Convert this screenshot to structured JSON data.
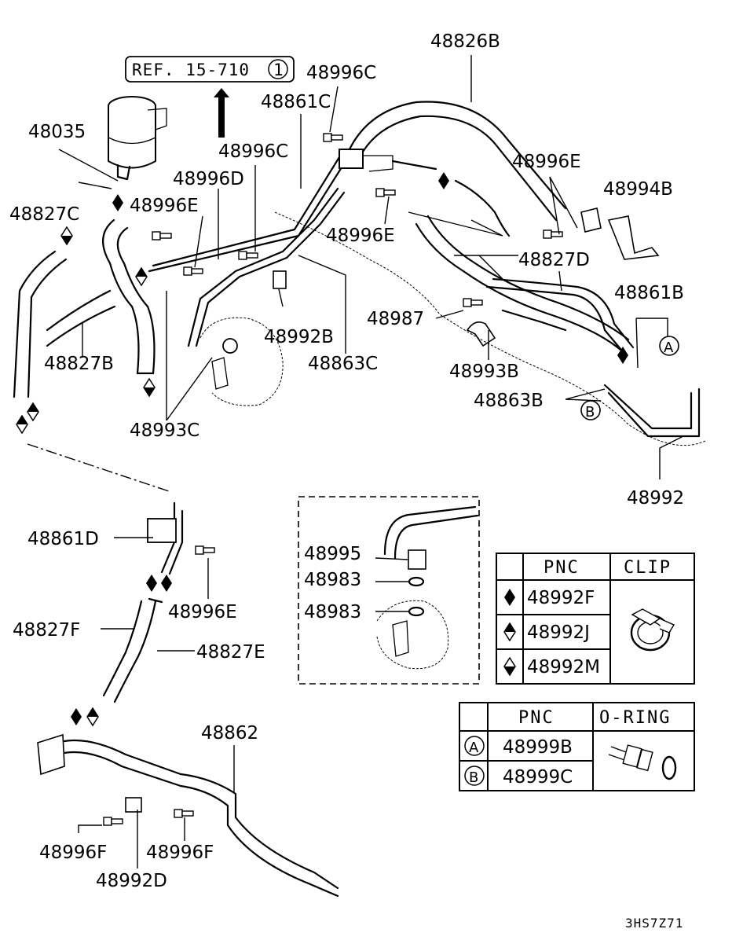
{
  "diagram": {
    "ref_box": {
      "text": "REF. 15-710",
      "circle": "1"
    },
    "part_labels": [
      "48826B",
      "48996C",
      "48861C",
      "48035",
      "48996C",
      "48996D",
      "48996E",
      "48827C",
      "48994B",
      "48996E",
      "48996E",
      "48827D",
      "48861B",
      "48987",
      "48992B",
      "48863C",
      "48827B",
      "48993B",
      "48863B",
      "48993C",
      "48992",
      "48861D",
      "48996E",
      "48827F",
      "48827E",
      "48862",
      "48996F",
      "48996F",
      "48992D",
      "48995",
      "48983",
      "48983"
    ],
    "callouts": {
      "a": "A",
      "b": "B"
    },
    "clip_table": {
      "headers": [
        "PNC",
        "CLIP"
      ],
      "rows": [
        "48992F",
        "48992J",
        "48992M"
      ]
    },
    "oring_table": {
      "headers": [
        "PNC",
        "O-RING"
      ],
      "rows": [
        {
          "key": "A",
          "pnc": "48999B"
        },
        {
          "key": "B",
          "pnc": "48999C"
        }
      ]
    },
    "drawing_code": "3HS7Z71"
  }
}
